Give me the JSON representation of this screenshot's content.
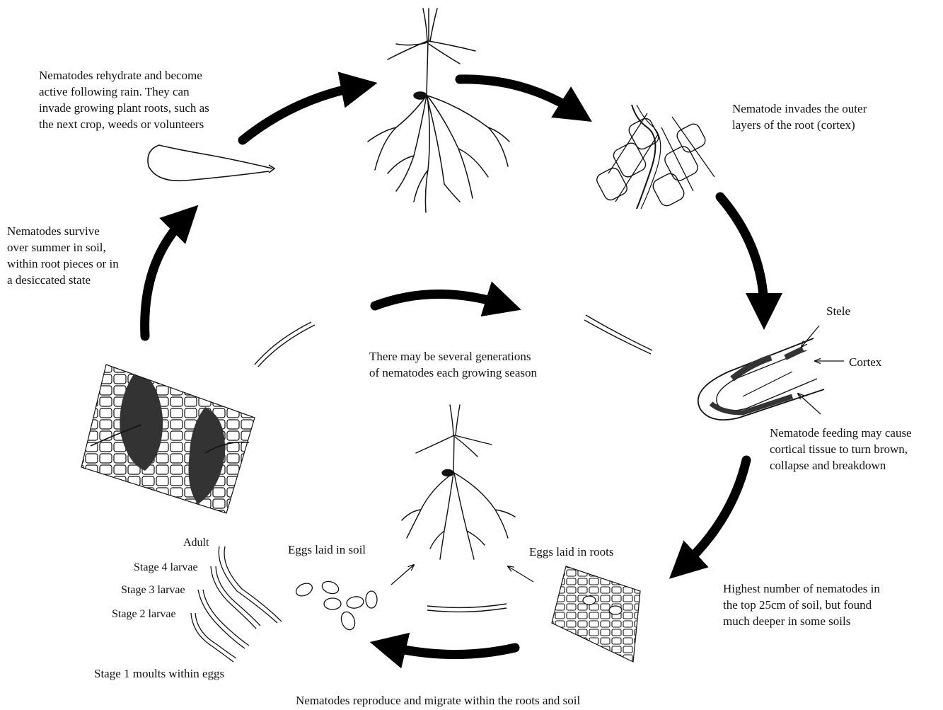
{
  "captions": {
    "rehydrate": "Nematodes rehydrate and become\nactive following rain. They can\ninvade growing plant roots, such as\nthe next crop, weeds or volunteers",
    "invades": "Nematode invades the outer\nlayers of the root (cortex)",
    "survive": "Nematodes survive\nover summer in soil,\nwithin root pieces or in\na desiccated state",
    "generations": "There may be several generations\nof nematodes each growing season",
    "feeding": "Nematode feeding may cause\ncortical tissue to turn brown,\ncollapse and breakdown",
    "highest": "Highest number of nematodes in\nthe top 25cm of soil, but found\nmuch deeper in some soils",
    "eggs_soil": "Eggs laid in soil",
    "eggs_roots": "Eggs laid in roots",
    "reproduce": "Nematodes reproduce and migrate within the roots and soil",
    "stage1": "Stage 1 moults within eggs"
  },
  "root_labels": {
    "stele": "Stele",
    "cortex": "Cortex"
  },
  "stage_labels": {
    "adult": "Adult",
    "stage4": "Stage 4 larvae",
    "stage3": "Stage 3 larvae",
    "stage2": "Stage 2 larvae"
  }
}
